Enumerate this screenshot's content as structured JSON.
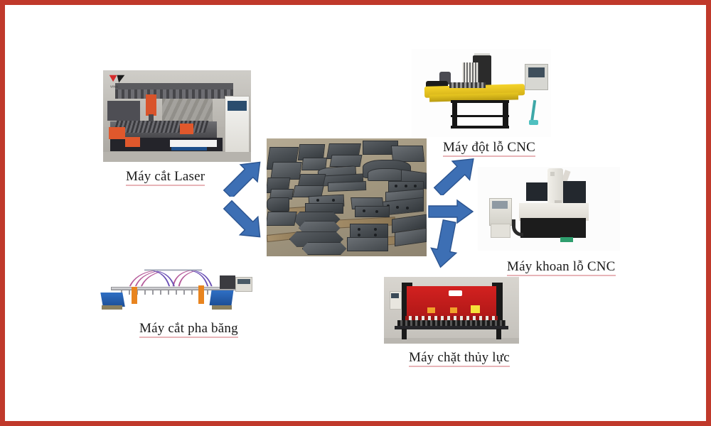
{
  "page": {
    "border_color": "#c0392b",
    "background_color": "#ffffff",
    "arrow_color": "#3d6fb4",
    "title": "So do cac may gia cong chi tiet thep"
  },
  "center": {
    "name": "steel-plates-photo",
    "description": "Cac chi tiet thep da gia cong xep chong tren pallet go"
  },
  "nodes": [
    {
      "id": "laser",
      "caption": "Máy cắt Laser",
      "photo_name": "laser-cutting-machine-photo",
      "position": "top-left"
    },
    {
      "id": "band",
      "caption": "Máy cắt pha băng",
      "photo_name": "band-cutting-machine-photo",
      "position": "bottom-left"
    },
    {
      "id": "punch",
      "caption": "Máy đột lỗ CNC",
      "photo_name": "cnc-punching-machine-photo",
      "position": "top-right"
    },
    {
      "id": "drill",
      "caption": "Máy khoan lỗ CNC",
      "photo_name": "cnc-drilling-machine-photo",
      "position": "middle-right"
    },
    {
      "id": "shear",
      "caption": "Máy chặt thủy lực",
      "photo_name": "hydraulic-shearing-machine-photo",
      "position": "bottom-right"
    }
  ],
  "arrows": [
    {
      "id": "arrow-to-laser",
      "direction": "up-left",
      "target": "laser"
    },
    {
      "id": "arrow-to-band",
      "direction": "down-left",
      "target": "band"
    },
    {
      "id": "arrow-to-punch",
      "direction": "up-right",
      "target": "punch"
    },
    {
      "id": "arrow-to-drill",
      "direction": "right",
      "target": "drill"
    },
    {
      "id": "arrow-to-shear",
      "direction": "down",
      "target": "shear"
    }
  ]
}
